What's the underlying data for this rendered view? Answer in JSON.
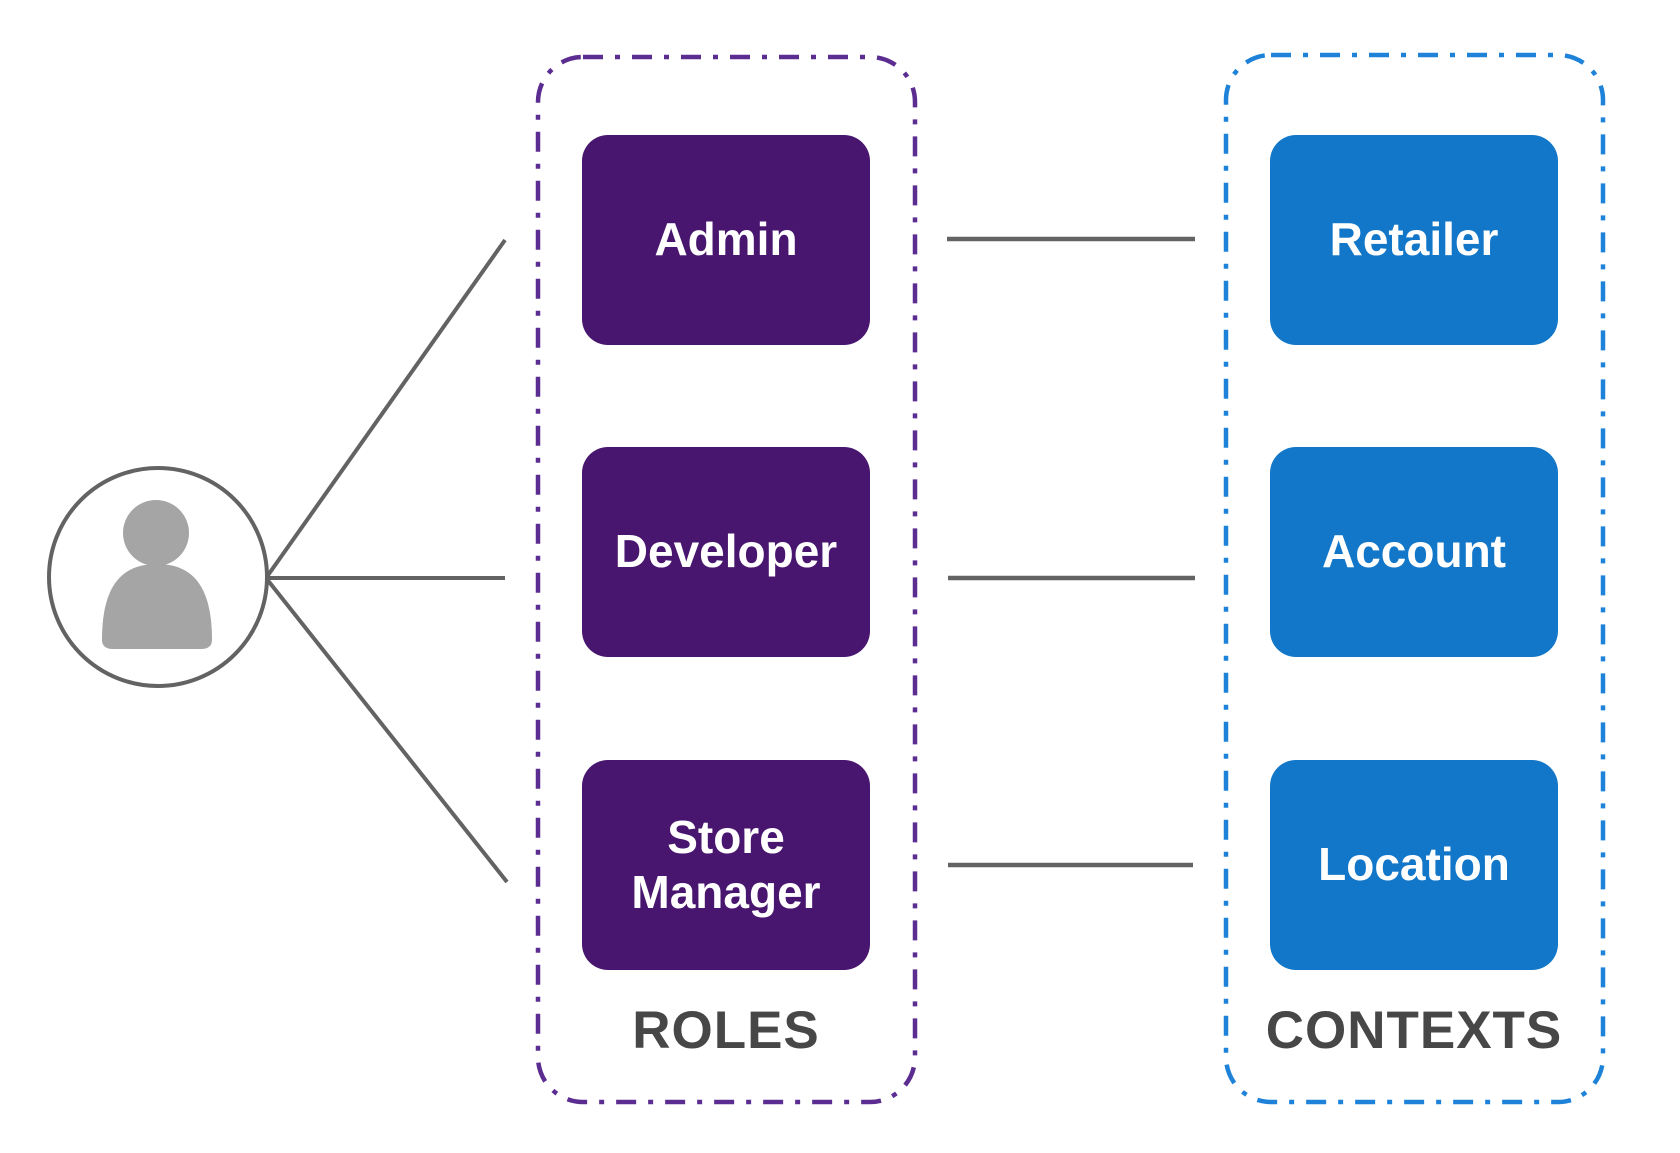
{
  "user": {
    "icon": "person-icon"
  },
  "roles_group": {
    "label": "ROLES",
    "border_color": "#5C2D91",
    "box_color": "#48166E",
    "items": [
      {
        "label": "Admin"
      },
      {
        "label": "Developer"
      },
      {
        "label": "Store Manager"
      }
    ]
  },
  "contexts_group": {
    "label": "CONTEXTS",
    "border_color": "#1E82D8",
    "box_color": "#1277C8",
    "items": [
      {
        "label": "Retailer"
      },
      {
        "label": "Account"
      },
      {
        "label": "Location"
      }
    ]
  },
  "connections": [
    {
      "from": "User",
      "to": "Admin"
    },
    {
      "from": "User",
      "to": "Developer"
    },
    {
      "from": "User",
      "to": "Store Manager"
    },
    {
      "from": "Admin",
      "to": "Retailer"
    },
    {
      "from": "Developer",
      "to": "Account"
    },
    {
      "from": "Store Manager",
      "to": "Location"
    }
  ],
  "colors": {
    "connector": "#636363",
    "person": "#A5A5A5",
    "label_text": "#474747"
  }
}
